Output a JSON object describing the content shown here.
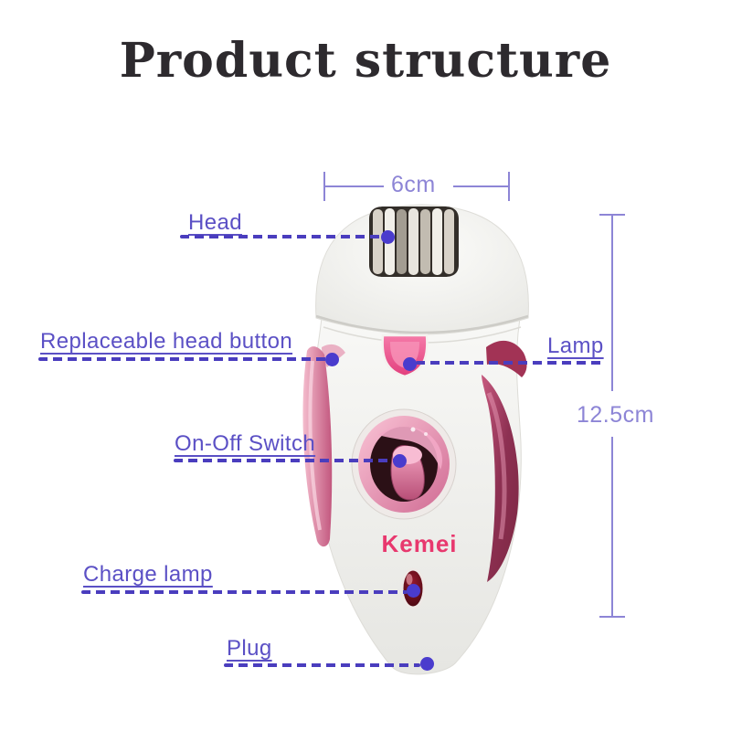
{
  "title": "Product structure",
  "brand": "Kemei",
  "dimensions": {
    "width": "6cm",
    "height": "12.5cm"
  },
  "annotations": [
    {
      "label": "Head"
    },
    {
      "label": "Replaceable head button"
    },
    {
      "label": "Lamp"
    },
    {
      "label": "On-Off Switch"
    },
    {
      "label": "Charge lamp"
    },
    {
      "label": "Plug"
    }
  ],
  "colors": {
    "label_text": "#5b50c5",
    "leader_line": "#4a3dbe",
    "dot": "#4a3ccd",
    "dimension_line": "#8d85d6",
    "title_text": "#2d2a2e",
    "brand_text": "#e8386e"
  }
}
